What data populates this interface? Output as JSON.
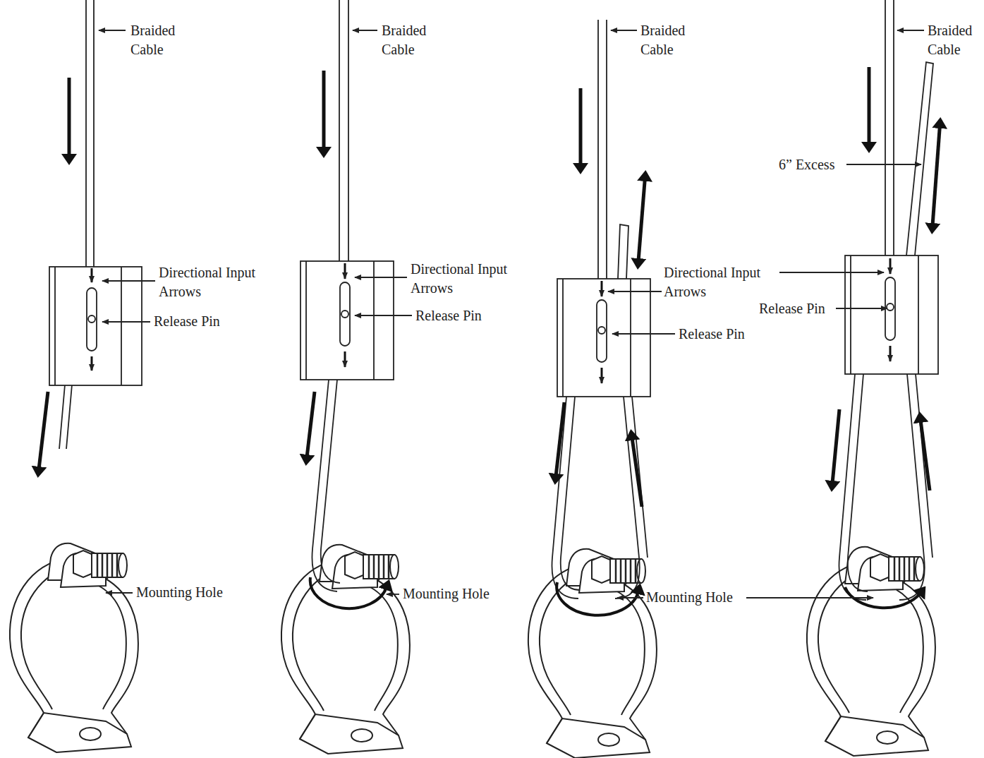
{
  "diagram": {
    "labels": [
      "Braided Cable",
      "Directional Input Arrows",
      "Release Pin",
      "Mounting Hole",
      "Braided Cable",
      "Directional Input Arrows",
      "Release Pin",
      "Mounting Hole",
      "Braided Cable",
      "Directional Input Arrows",
      "Release Pin",
      "Mounting Hole",
      "Braided Cable",
      "6” Excess",
      "Release Pin"
    ]
  }
}
